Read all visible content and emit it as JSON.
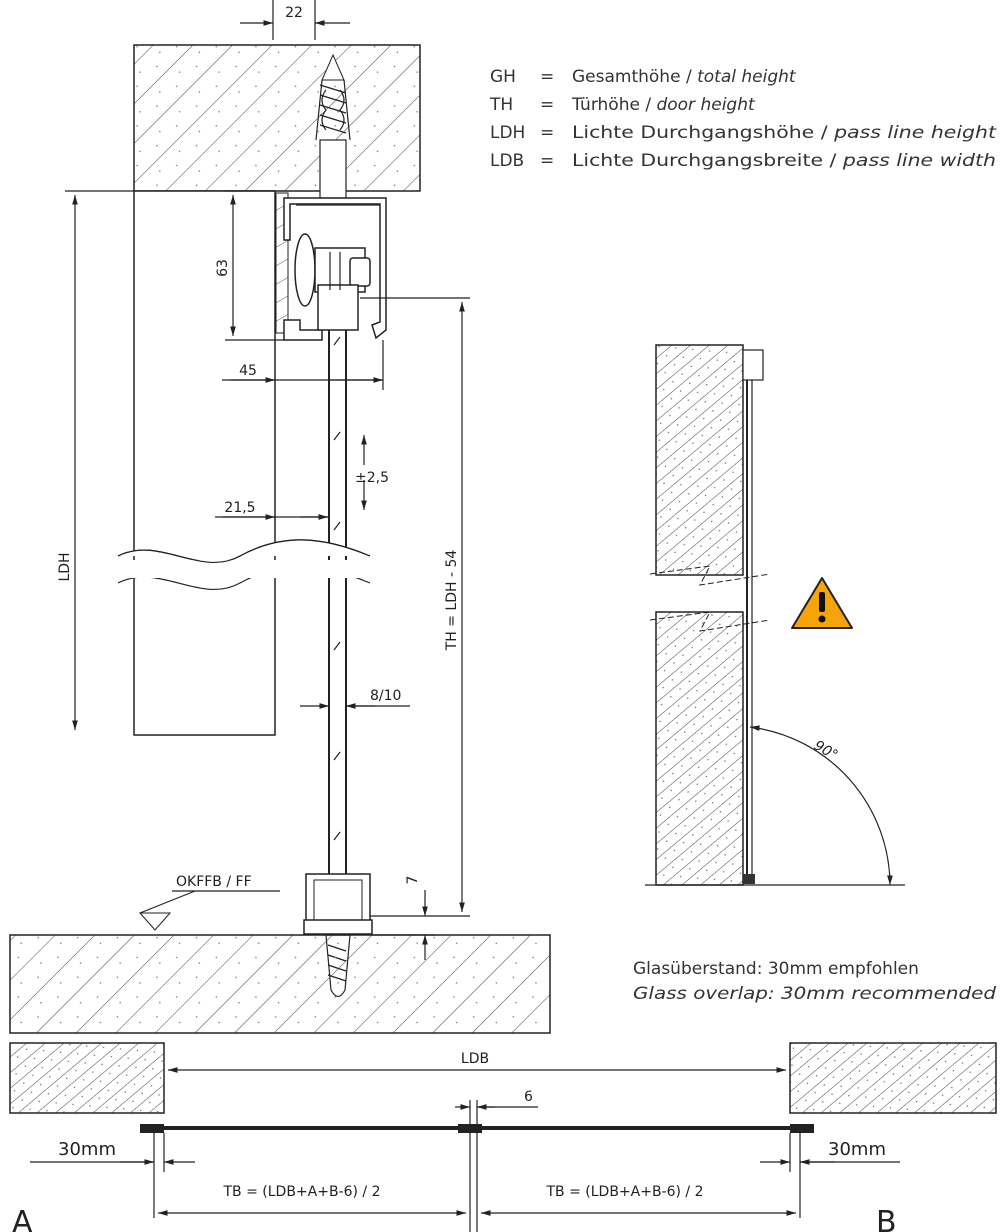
{
  "top_dimension": "22",
  "legend": [
    {
      "abbr": "GH",
      "sep": "=",
      "de": "Gesamthöhe /",
      "en": "total height"
    },
    {
      "abbr": "TH",
      "sep": "=",
      "de": "Türhöhe /",
      "en": "door height"
    },
    {
      "abbr": "LDH",
      "sep": "=",
      "de": "Lichte Durchgangshöhe /",
      "en": "pass line height"
    },
    {
      "abbr": "LDB",
      "sep": "=",
      "de": "Lichte Durchgangsbreite /",
      "en": "pass line width"
    }
  ],
  "section": {
    "dim_63": "63",
    "dim_45": "45",
    "dim_21_5": "21,5",
    "tolerance": "±2,5",
    "ldh_label": "LDH",
    "th_label": "TH = LDH - 54",
    "glass_thickness": "8/10",
    "dim_7": "7",
    "floor_label": "OKFFB / FF"
  },
  "side_view": {
    "angle": "90°",
    "warning_icon": "warning-triangle-icon"
  },
  "overlap_note": {
    "de": "Glasüberstand: 30mm empfohlen",
    "en": "Glass overlap: 30mm recommended"
  },
  "plan": {
    "ldb": "LDB",
    "gap": "6",
    "left_overlap": "30mm",
    "right_overlap": "30mm",
    "tb_left": "TB = (LDB+A+B-6) / 2",
    "tb_right": "TB = (LDB+A+B-6) / 2",
    "label_a": "A",
    "label_b": "B"
  },
  "colors": {
    "warning_fill": "#f7a30a",
    "line": "#222222"
  }
}
